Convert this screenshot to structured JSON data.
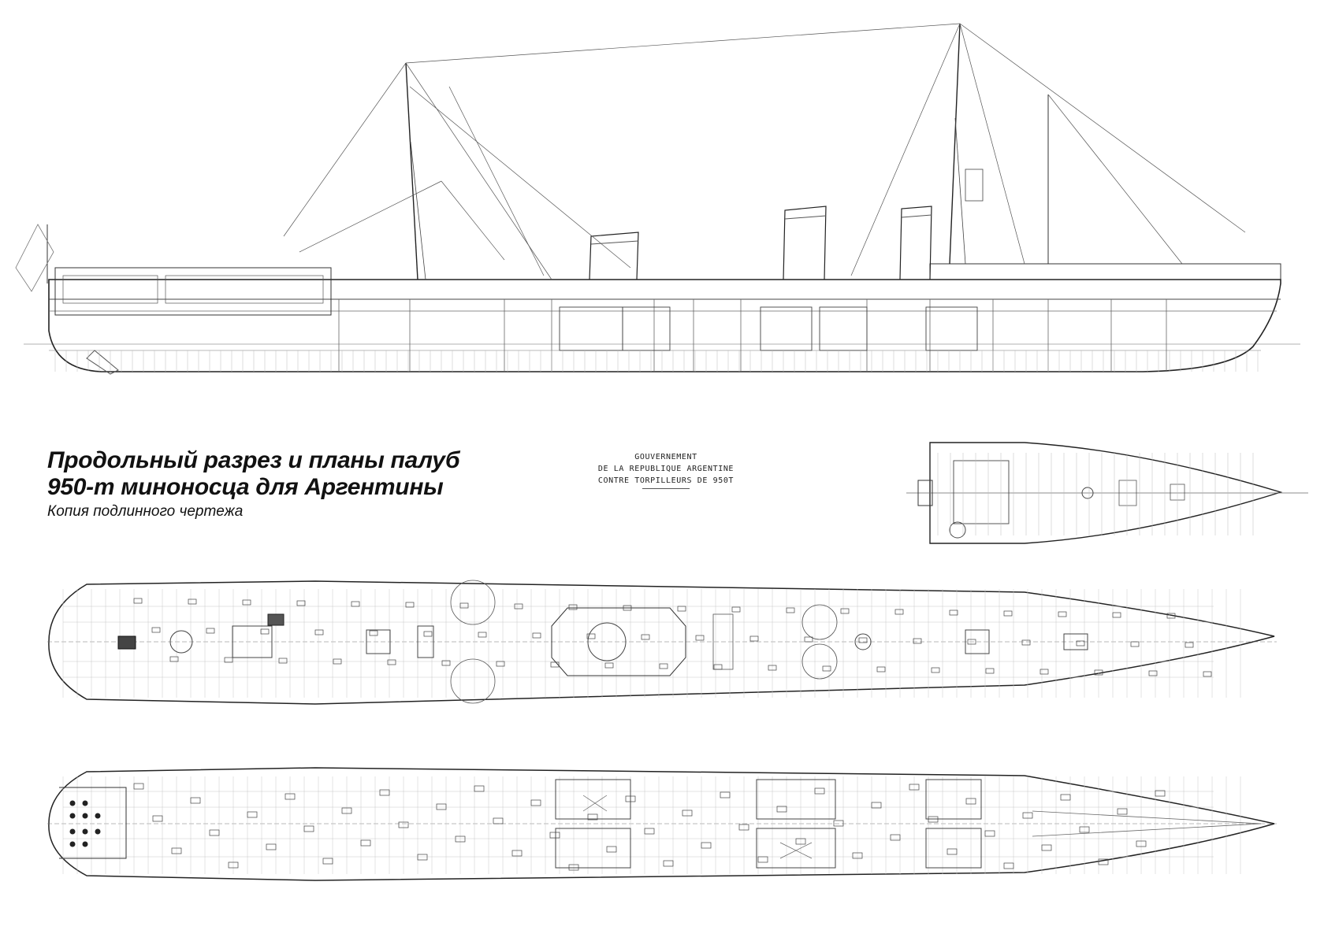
{
  "caption": {
    "title_line1": "Продольный разрез и планы палуб",
    "title_line2": "950-т миноносца для Аргентины",
    "subtitle": "Копия подлинного чертежа"
  },
  "stamp": {
    "line1": "GOUVERNEMENT",
    "line2": "DE LA REPUBLIQUE ARGENTINE",
    "line3": "CONTRE TORPILLEURS DE 950T"
  },
  "views": [
    "side-elevation-section",
    "forecastle-deck-plan",
    "upper-deck-plan",
    "lower-deck-plan"
  ]
}
